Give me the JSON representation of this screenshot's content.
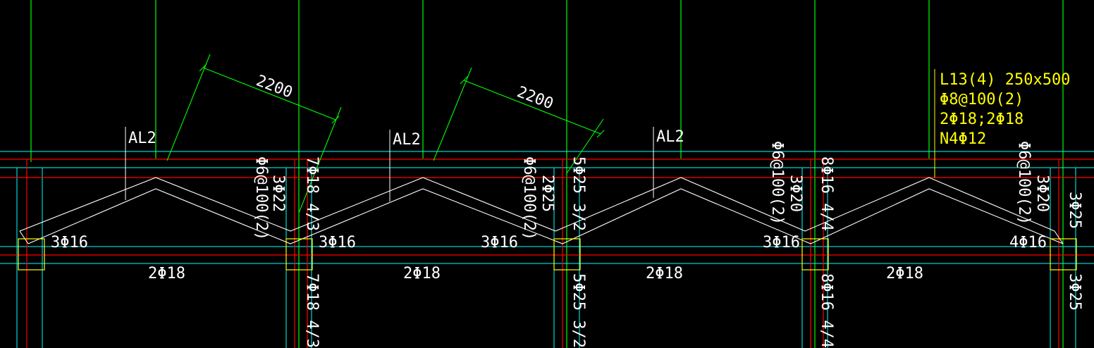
{
  "colors": {
    "background": "#000000",
    "axis_green": "#00FF00",
    "beam_red": "#FF0000",
    "outline_cyan": "#00FFFF",
    "column_yellow": "#FFFF00",
    "beam_white": "#FFFFFF"
  },
  "drawing": {
    "dimensions": [
      "2200",
      "2200"
    ],
    "beam_tags": [
      "AL2",
      "AL2",
      "AL2"
    ],
    "beam_spec": {
      "line1": "L13(4) 250x500",
      "line2": "Φ8@100(2)",
      "line3": "2Φ18;2Φ18",
      "line4": "N4Φ12"
    },
    "top_bars": [
      "3Φ16",
      "3Φ16",
      "3Φ16",
      "3Φ16",
      "4Φ16"
    ],
    "bottom_bars": [
      "2Φ18",
      "2Φ18",
      "2Φ18",
      "2Φ18"
    ],
    "stirrups": [
      "Φ6@100(2)",
      "Φ6@100(2)",
      "Φ6@100(2)",
      "Φ6@100(2)"
    ],
    "support_bars": [
      "3Φ22",
      "2Φ25",
      "3Φ20",
      "3Φ20",
      "3Φ25"
    ],
    "column_upper": [
      "7Φ18 4/3",
      "5Φ25 3/2",
      "8Φ16 4/4"
    ],
    "column_lower": [
      "7Φ18 4/3",
      "5Φ25 3/2",
      "8Φ16 4/4",
      "3Φ25"
    ]
  }
}
